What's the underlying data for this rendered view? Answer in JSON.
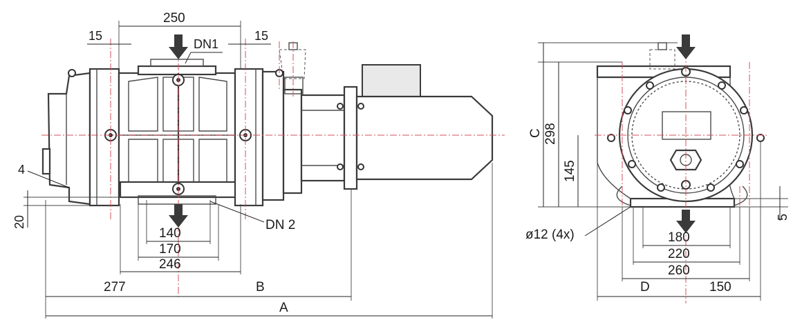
{
  "labels": {
    "top_width": "250",
    "left_offset": "15",
    "right_offset": "15",
    "inlet": "DN1",
    "outlet": "DN 2",
    "foot_offset": "4",
    "foot_height": "20",
    "hole_spacing_inner": "140",
    "hole_spacing_outer": "170",
    "foot_width": "246",
    "left_length": "277",
    "dim_b": "B",
    "dim_a": "A",
    "dim_c": "C",
    "height_total": "298",
    "height_axis": "145",
    "right_gap": "5",
    "hole_note": "ø12 (4x)",
    "base_inner": "180",
    "base_mid": "220",
    "base_outer": "260",
    "dim_d": "D",
    "right_half": "150"
  },
  "colors": {
    "centerline": "#d0505a",
    "line": "#3a3a3a",
    "arrow": "#3a3a3a"
  }
}
